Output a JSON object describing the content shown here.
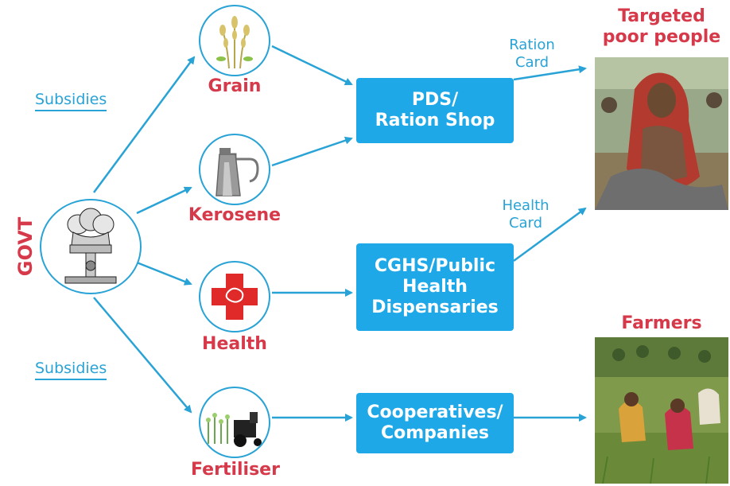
{
  "govt_label": "GOVT",
  "subsidies": [
    "Subsidies",
    "Subsidies"
  ],
  "items": {
    "grain": "Grain",
    "kerosene": "Kerosene",
    "health": "Health",
    "fertiliser": "Fertiliser"
  },
  "boxes": {
    "pds": [
      "PDS/",
      "Ration Shop"
    ],
    "cghs": [
      "CGHS/Public",
      "Health",
      "Dispensaries"
    ],
    "coop": [
      "Cooperatives/",
      "Companies"
    ]
  },
  "cards": {
    "ration": [
      "Ration",
      "Card"
    ],
    "health": [
      "Health",
      "Card"
    ]
  },
  "targets": {
    "poor": [
      "Targeted",
      "poor people"
    ],
    "farmers": "Farmers"
  },
  "colors": {
    "accent_blue": "#1fa8e8",
    "line_blue": "#29a3d6",
    "label_red": "#d63a4a"
  },
  "icons": [
    "ashoka-emblem-icon",
    "grain-icon",
    "kerosene-can-icon",
    "red-cross-icon",
    "fertiliser-tractor-icon"
  ]
}
